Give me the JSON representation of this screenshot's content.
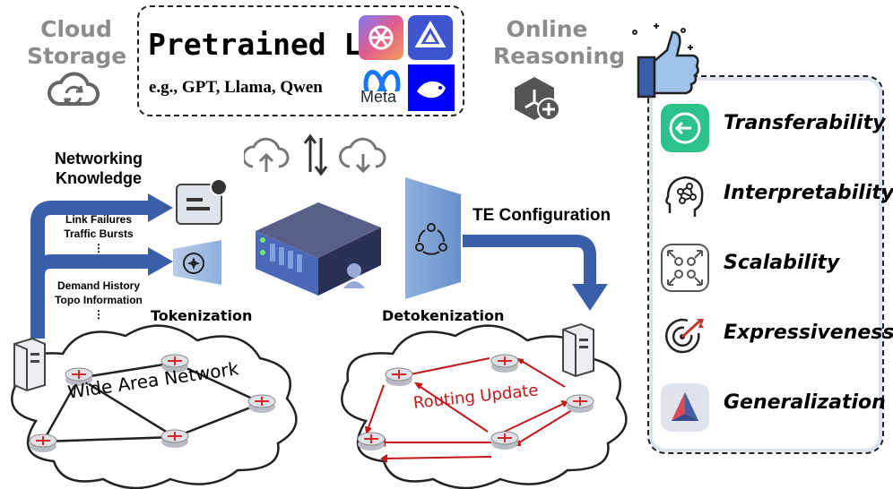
{
  "cloud_storage": {
    "label_line1": "Cloud",
    "label_line2": "Storage"
  },
  "pretrained": {
    "title": "Pretrained LMs",
    "examples": "e.g., GPT, Llama, Qwen",
    "meta_text": "Meta"
  },
  "online_reasoning": {
    "label_line1": "Online",
    "label_line2": "Reasoning"
  },
  "networking_knowledge": {
    "line1": "Networking",
    "line2": "Knowledge"
  },
  "inputs_top": {
    "line1": "Link Failures",
    "line2": "Traffic Bursts",
    "ellipsis": "⋮"
  },
  "inputs_bottom": {
    "line1": "Demand History",
    "line2": "Topo Information",
    "ellipsis": "⋮"
  },
  "tokenization": "Tokenization",
  "detokenization": "Detokenization",
  "te_config": "TE Configuration",
  "wan_label": "Wide Area Network",
  "routing_label": "Routing Update",
  "properties": [
    {
      "label": "Transferability",
      "icon": "transfer-icon",
      "color": "#2cc38a"
    },
    {
      "label": "Interpretability",
      "icon": "head-network-icon",
      "color": "#222222"
    },
    {
      "label": "Scalability",
      "icon": "scale-arrows-icon",
      "color": "#555555"
    },
    {
      "label": "Expressiveness",
      "icon": "target-icon",
      "color": "#c0392b"
    },
    {
      "label": "Generalization",
      "icon": "triangle-logo-icon",
      "color": "#3a4a8a"
    }
  ],
  "colors": {
    "arrow_blue": "#3b5ea8",
    "route_red": "#c0181a",
    "gray_text": "#8c8c8c"
  }
}
